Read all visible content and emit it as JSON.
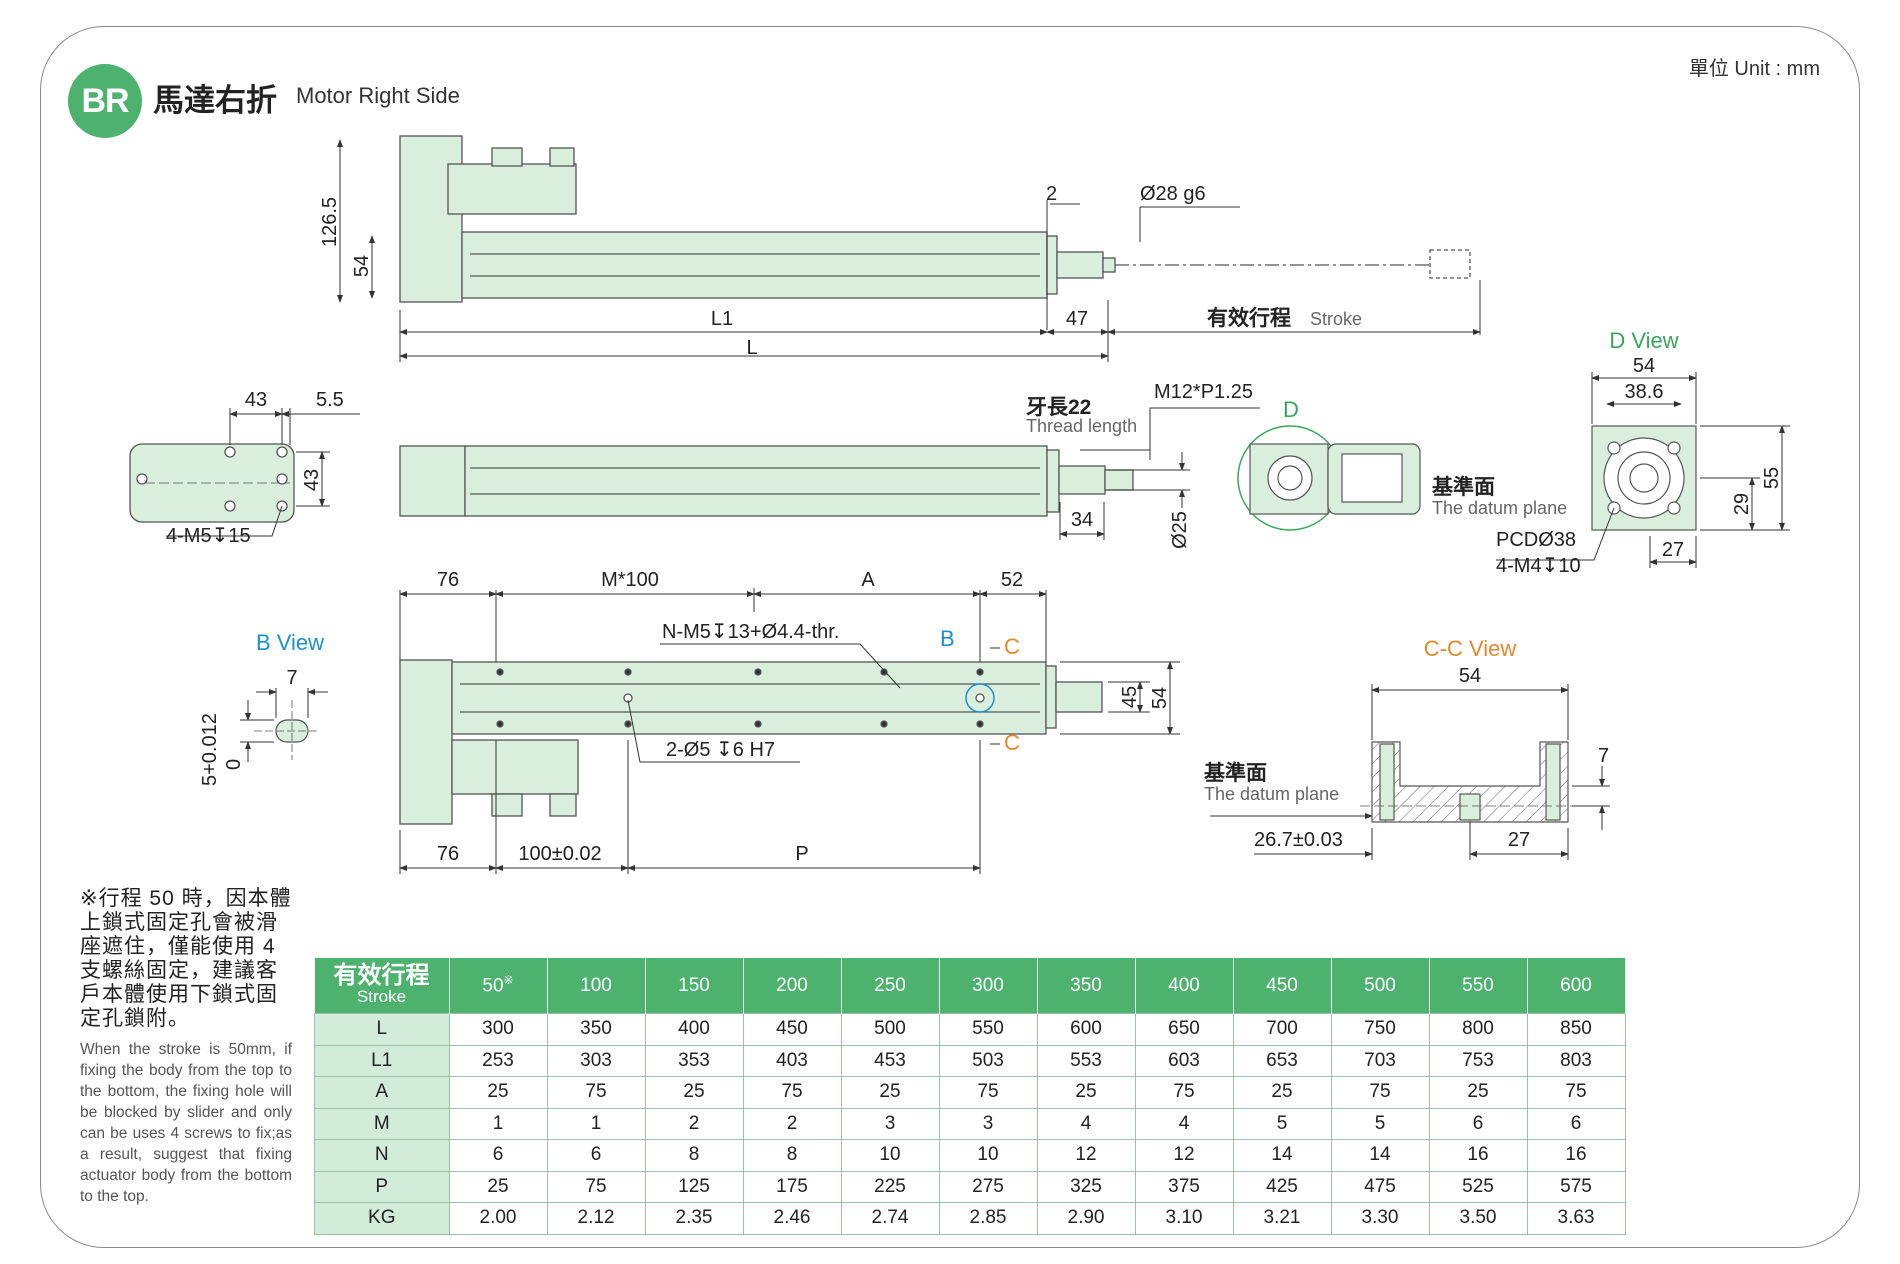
{
  "header": {
    "badge": "BR",
    "title_zh": "馬達右折",
    "title_en": "Motor Right Side",
    "unit": "單位 Unit : mm"
  },
  "top_view": {
    "height_total": "126.5",
    "height_body": "54",
    "gap": "2",
    "rod_diameter": "Ø28 g6",
    "L1": "L1",
    "end_len": "47",
    "stroke_zh": "有效行程",
    "stroke_en": "Stroke",
    "L": "L"
  },
  "side_view": {
    "dim_43": "43",
    "dim_5_5": "5.5",
    "dim_43_v": "43",
    "screw": "4-M5↧15",
    "thread_zh": "牙長22",
    "thread_en": "Thread length",
    "thread_spec": "M12*P1.25",
    "dim_34": "34",
    "dim_25": "Ø25"
  },
  "d_view": {
    "title": "D View",
    "label_d": "D",
    "datum_zh": "基準面",
    "datum_en": "The datum plane",
    "w54": "54",
    "w38_6": "38.6",
    "h55": "55",
    "h29": "29",
    "w27": "27",
    "pcd": "PCDØ38",
    "screw": "4-M4↧10"
  },
  "bottom_view": {
    "d76": "76",
    "m100": "M*100",
    "a": "A",
    "d52": "52",
    "holes": "N-M5↧13+Ø4.4-thr.",
    "label_b": "B",
    "label_c": "C",
    "d45": "45",
    "d54": "54",
    "pins": "2-Ø5 ↧6  H7",
    "d76_b": "76",
    "pitch": "100±0.02",
    "p": "P"
  },
  "b_view": {
    "title": "B View",
    "w7": "7",
    "tol": "5+0.012",
    "tol_low": "0"
  },
  "cc_view": {
    "title": "C-C View",
    "w54": "54",
    "datum_zh": "基準面",
    "datum_en": "The datum plane",
    "h7": "7",
    "d26_7": "26.7±0.03",
    "d27": "27"
  },
  "notes": {
    "zh": "※行程 50 時，因本體上鎖式固定孔會被滑座遮住，僅能使用 4 支螺絲固定，建議客戶本體使用下鎖式固定孔鎖附。",
    "en": "When the stroke is 50mm, if fixing the body from the top to the bottom, the fixing hole will be blocked by slider and only can be uses 4 screws to fix;as a result, suggest that fixing actuator body from the bottom to the top."
  },
  "table": {
    "header_zh": "有效行程",
    "header_en": "Stroke",
    "strokes": [
      "50",
      "100",
      "150",
      "200",
      "250",
      "300",
      "350",
      "400",
      "450",
      "500",
      "550",
      "600"
    ],
    "mark": "※",
    "rows": [
      {
        "label": "L",
        "values": [
          "300",
          "350",
          "400",
          "450",
          "500",
          "550",
          "600",
          "650",
          "700",
          "750",
          "800",
          "850"
        ]
      },
      {
        "label": "L1",
        "values": [
          "253",
          "303",
          "353",
          "403",
          "453",
          "503",
          "553",
          "603",
          "653",
          "703",
          "753",
          "803"
        ]
      },
      {
        "label": "A",
        "values": [
          "25",
          "75",
          "25",
          "75",
          "25",
          "75",
          "25",
          "75",
          "25",
          "75",
          "25",
          "75"
        ]
      },
      {
        "label": "M",
        "values": [
          "1",
          "1",
          "2",
          "2",
          "3",
          "3",
          "4",
          "4",
          "5",
          "5",
          "6",
          "6"
        ]
      },
      {
        "label": "N",
        "values": [
          "6",
          "6",
          "8",
          "8",
          "10",
          "10",
          "12",
          "12",
          "14",
          "14",
          "16",
          "16"
        ]
      },
      {
        "label": "P",
        "values": [
          "25",
          "75",
          "125",
          "175",
          "225",
          "275",
          "325",
          "375",
          "425",
          "475",
          "525",
          "575"
        ]
      },
      {
        "label": "KG",
        "values": [
          "2.00",
          "2.12",
          "2.35",
          "2.46",
          "2.74",
          "2.85",
          "2.90",
          "3.10",
          "3.21",
          "3.30",
          "3.50",
          "3.63"
        ]
      }
    ]
  },
  "colors": {
    "accent_green": "#4db26e",
    "body_fill": "#d9eedd",
    "table_row_header": "#d3ecd9",
    "b_label": "#1b8fd0",
    "c_label": "#e8872a"
  }
}
